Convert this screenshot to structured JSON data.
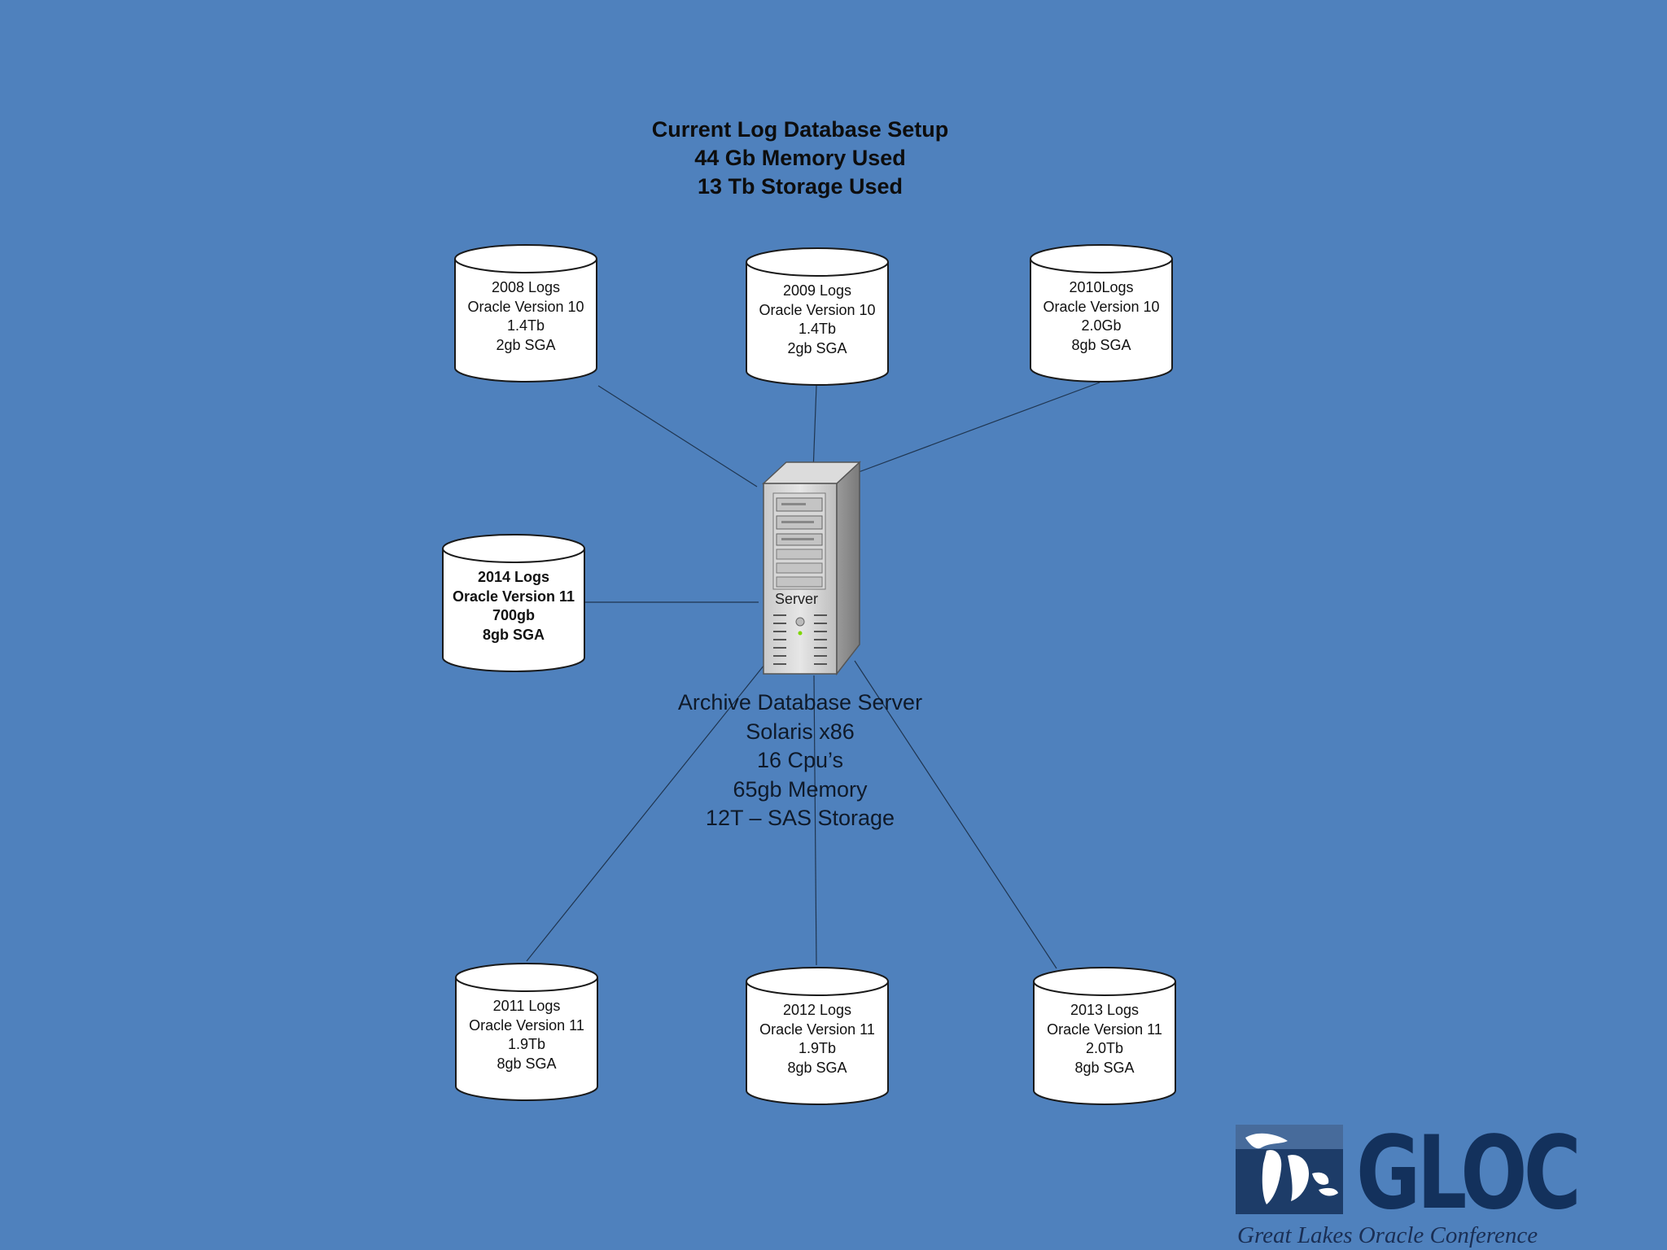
{
  "heading": {
    "line1": "Current Log Database Setup",
    "line2": "44 Gb Memory Used",
    "line3": "13 Tb Storage Used"
  },
  "databases": [
    {
      "lines": [
        "2008 Logs",
        "Oracle Version 10",
        "1.4Tb",
        "2gb SGA"
      ]
    },
    {
      "lines": [
        "2009 Logs",
        "Oracle Version 10",
        "1.4Tb",
        "2gb SGA"
      ]
    },
    {
      "lines": [
        "2010Logs",
        "Oracle Version 10",
        "2.0Gb",
        "8gb SGA"
      ]
    },
    {
      "lines": [
        "2014 Logs",
        "Oracle Version 11",
        "700gb",
        "8gb SGA"
      ]
    },
    {
      "lines": [
        "2011 Logs",
        "Oracle Version 11",
        "1.9Tb",
        "8gb SGA"
      ]
    },
    {
      "lines": [
        "2012 Logs",
        "Oracle Version 11",
        "1.9Tb",
        "8gb SGA"
      ]
    },
    {
      "lines": [
        "2013 Logs",
        "Oracle Version 11",
        "2.0Tb",
        "8gb SGA"
      ]
    }
  ],
  "server": {
    "icon": "server-tower-icon",
    "label": "Server",
    "desc": [
      "Archive Database Server",
      "Solaris x86",
      "16 Cpu’s",
      "65gb Memory",
      "12T – SAS Storage"
    ]
  },
  "logo": {
    "word": "GLOC",
    "tagline": "Great Lakes Oracle Conference"
  },
  "colors": {
    "background": "#4f81bd",
    "cylinder_fill": "#ffffff",
    "line": "#1f3550",
    "logo_text": "#13315c"
  }
}
